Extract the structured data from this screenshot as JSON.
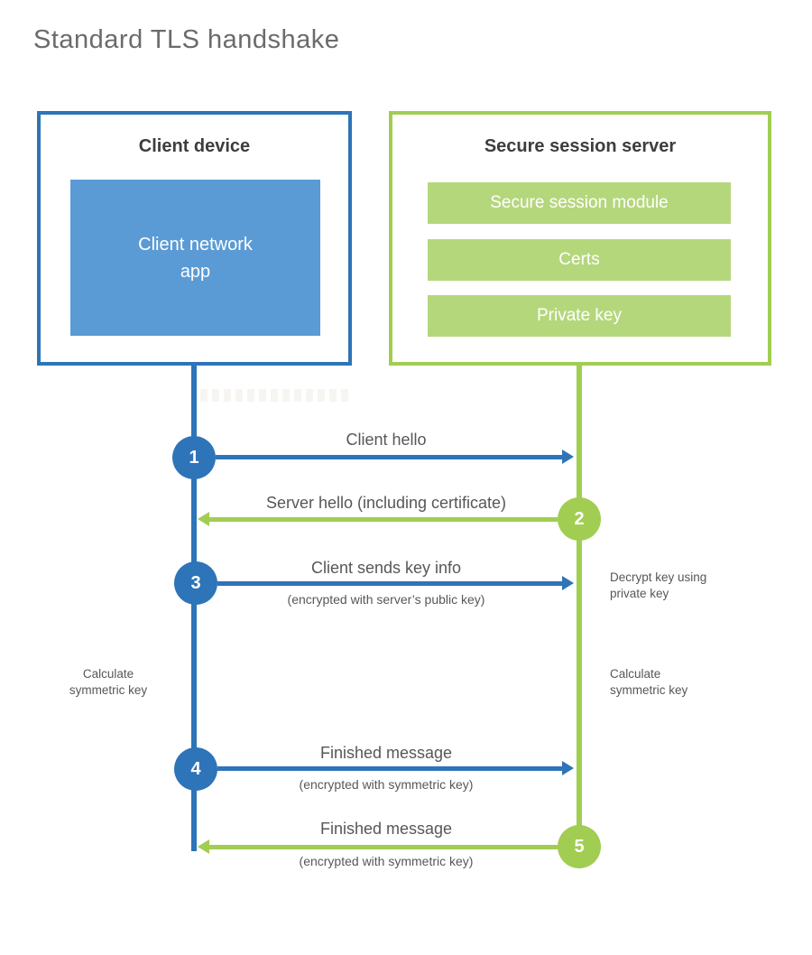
{
  "title": "Standard TLS handshake",
  "colors": {
    "blue_accent": "#2e74b8",
    "blue_fill": "#5b9bd5",
    "green_accent": "#a1cd52",
    "green_fill": "#b5d77c"
  },
  "client": {
    "heading": "Client device",
    "app_label": "Client network\napp"
  },
  "server": {
    "heading": "Secure session server",
    "modules": [
      "Secure session module",
      "Certs",
      "Private key"
    ]
  },
  "messages": [
    {
      "num": "1",
      "label": "Client hello",
      "sub": "",
      "direction": "client-to-server"
    },
    {
      "num": "2",
      "label": "Server hello (including certificate)",
      "sub": "",
      "direction": "server-to-client"
    },
    {
      "num": "3",
      "label": "Client sends key info",
      "sub": "(encrypted with server’s public key)",
      "direction": "client-to-server"
    },
    {
      "num": "4",
      "label": "Finished message",
      "sub": "(encrypted with symmetric key)",
      "direction": "client-to-server"
    },
    {
      "num": "5",
      "label": "Finished message",
      "sub": "(encrypted with symmetric key)",
      "direction": "server-to-client"
    }
  ],
  "side_notes": {
    "decrypt_key": "Decrypt key using\nprivate key",
    "calc_left": "Calculate\nsymmetric key",
    "calc_right": "Calculate\nsymmetric key"
  }
}
